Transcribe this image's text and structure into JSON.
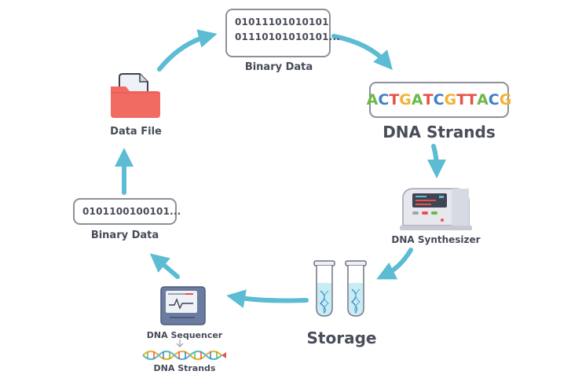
{
  "diagram": {
    "type": "cycle",
    "accent_color": "#5bbcd3",
    "nodes": {
      "binary_data_top": {
        "lines": [
          "01011101010101",
          "01110101010101..."
        ],
        "label": "Binary Data"
      },
      "dna_strands_top": {
        "sequence": [
          {
            "base": "A",
            "color": "#6cb848"
          },
          {
            "base": "C",
            "color": "#3f7fc7"
          },
          {
            "base": "T",
            "color": "#e6534a"
          },
          {
            "base": "G",
            "color": "#f2b233"
          },
          {
            "base": "A",
            "color": "#6cb848"
          },
          {
            "base": "T",
            "color": "#e6534a"
          },
          {
            "base": "C",
            "color": "#3f7fc7"
          },
          {
            "base": "G",
            "color": "#f2b233"
          },
          {
            "base": "T",
            "color": "#e6534a"
          },
          {
            "base": "T",
            "color": "#e6534a"
          },
          {
            "base": "A",
            "color": "#6cb848"
          },
          {
            "base": "C",
            "color": "#3f7fc7"
          },
          {
            "base": "G",
            "color": "#f2b233"
          }
        ],
        "label": "DNA Strands"
      },
      "dna_synthesizer": {
        "label": "DNA Synthesizer",
        "icon": "synthesizer-machine-icon"
      },
      "storage": {
        "label": "Storage",
        "icon": "test-tubes-icon"
      },
      "dna_sequencer": {
        "label": "DNA Sequencer",
        "sublabel": "DNA Strands",
        "icon": "sequencer-monitor-icon"
      },
      "binary_data_left": {
        "lines": [
          "0101100100101..."
        ],
        "label": "Binary Data"
      },
      "data_file": {
        "label": "Data File",
        "icon": "folder-file-icon"
      }
    },
    "flow": [
      "Binary Data",
      "DNA Strands",
      "DNA Synthesizer",
      "Storage",
      "DNA Sequencer",
      "Binary Data",
      "Data File",
      "Binary Data"
    ]
  }
}
